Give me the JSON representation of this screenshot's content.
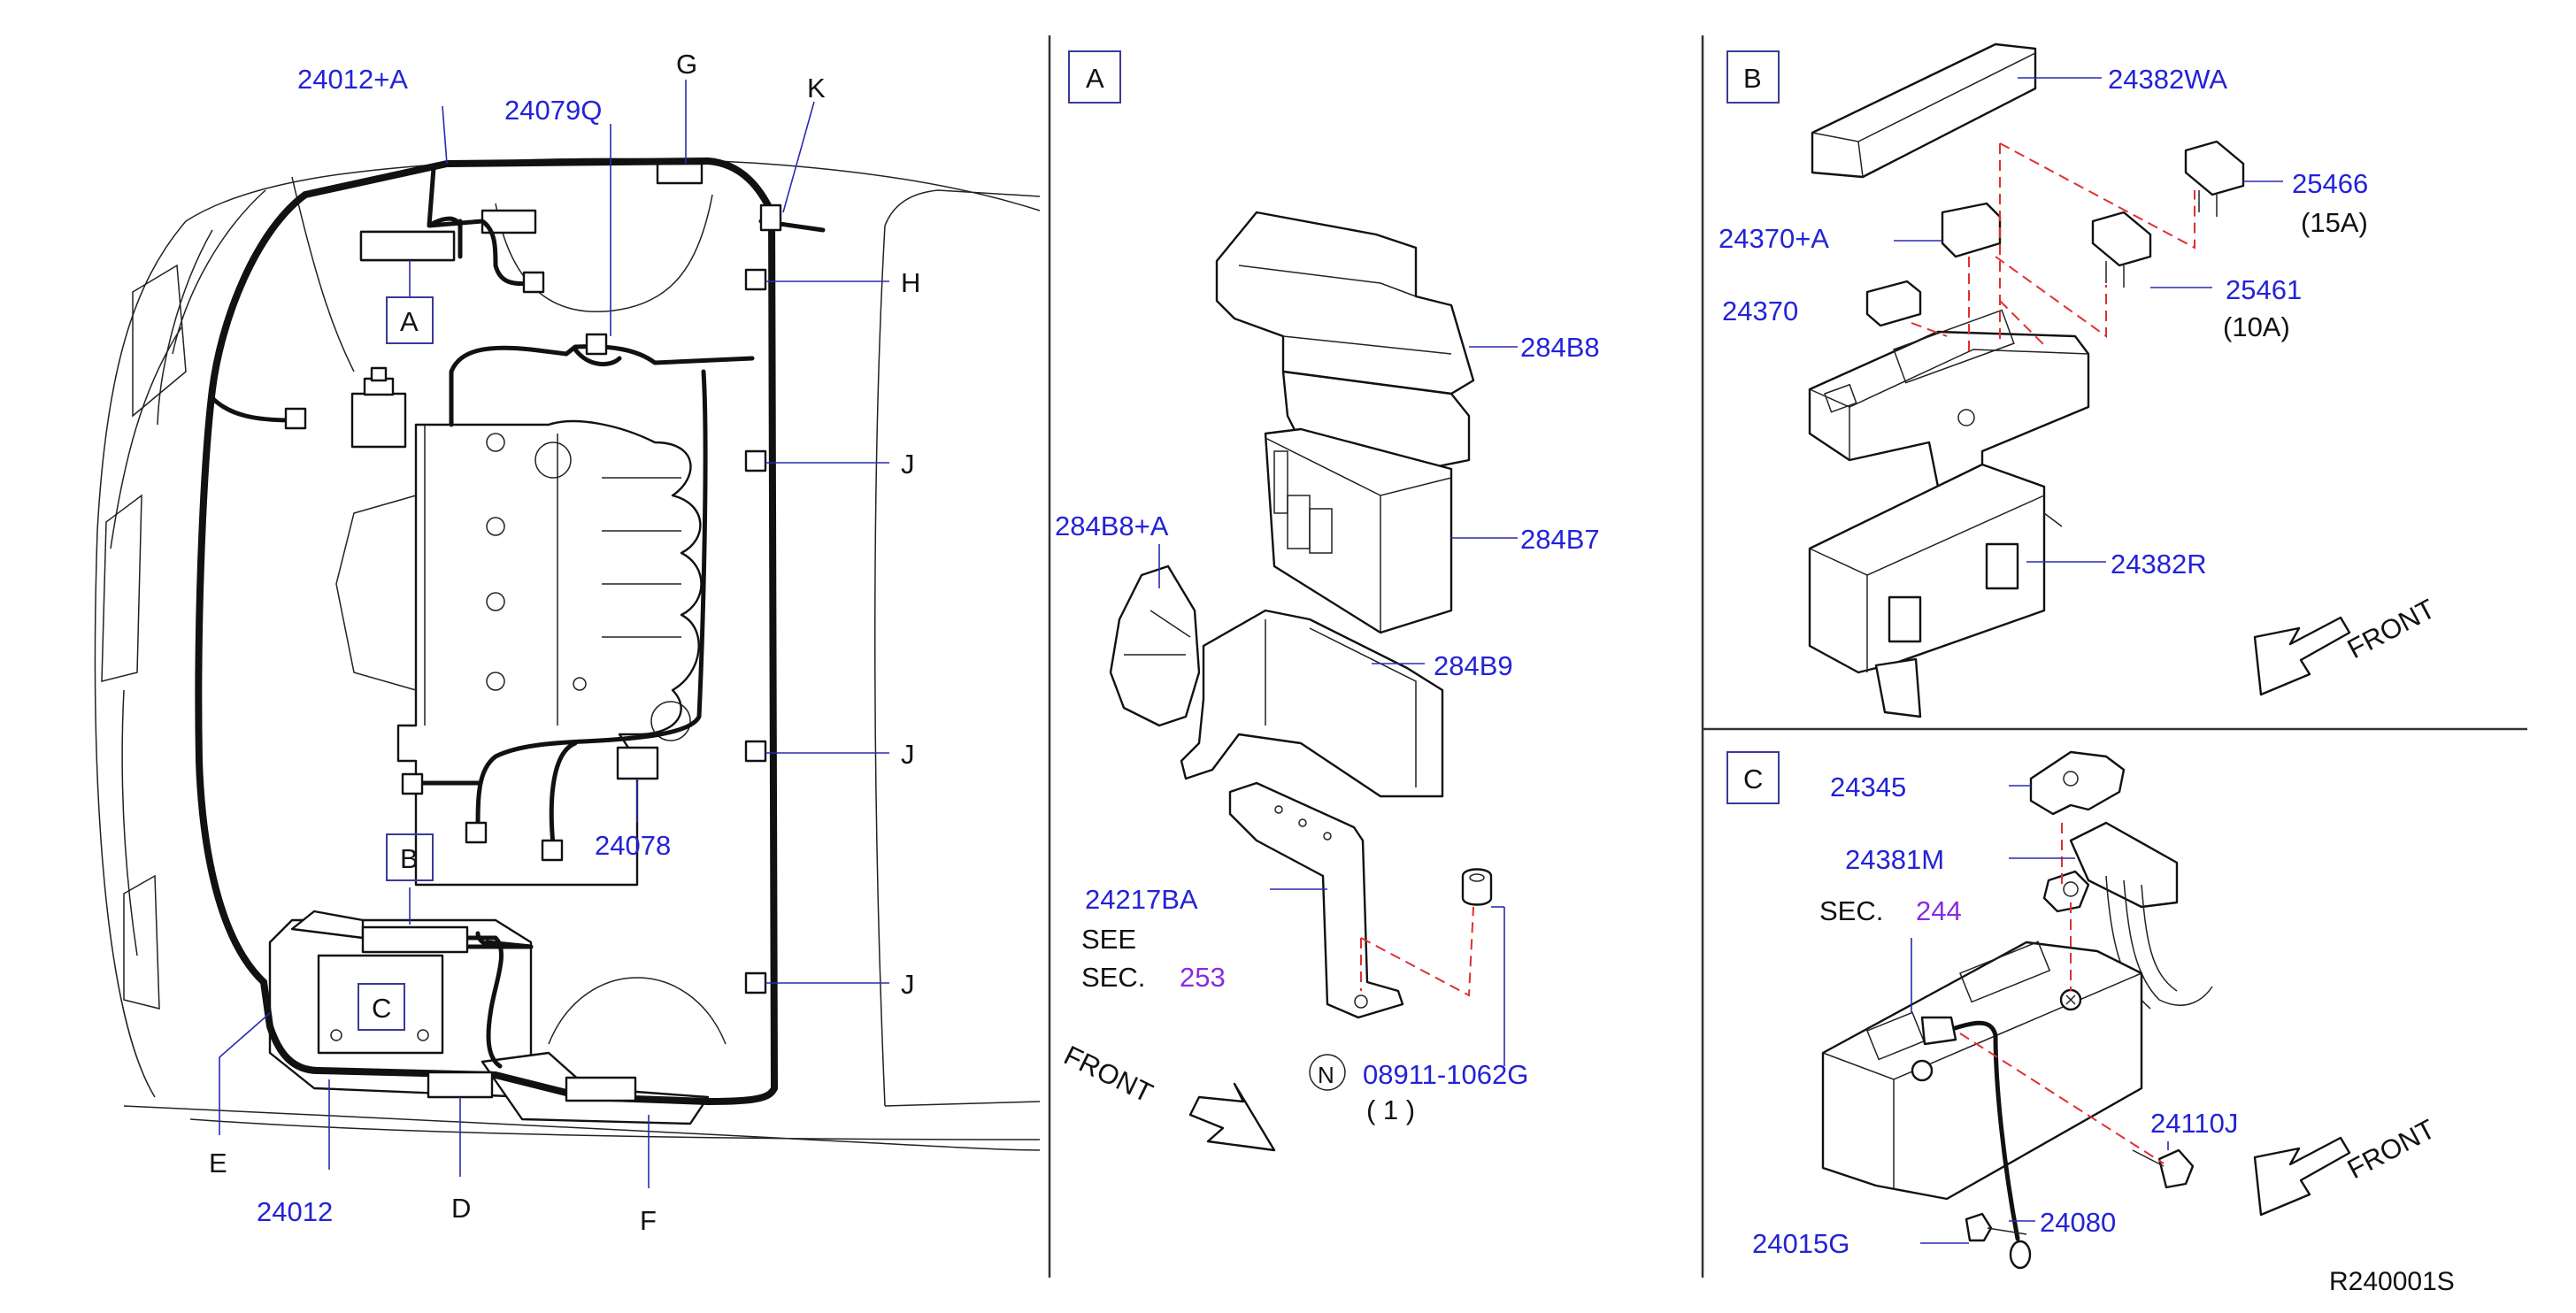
{
  "panel_main": {
    "labels": {
      "p24012A": "24012+A",
      "p24079Q": "24079Q",
      "G": "G",
      "K": "K",
      "H": "H",
      "J1": "J",
      "J2": "J",
      "J3": "J",
      "A": "A",
      "B": "B",
      "C": "C",
      "p24078": "24078",
      "E": "E",
      "p24012": "24012",
      "D": "D",
      "F": "F"
    }
  },
  "panel_A": {
    "title": "A",
    "labels": {
      "p284B8": "284B8",
      "p284B7": "284B7",
      "p284B8A": "284B8+A",
      "p284B9": "284B9",
      "p24217BA": "24217BA",
      "see": "SEE",
      "sec": "SEC.",
      "sec_num": "253",
      "front": "FRONT",
      "n_symbol": "N",
      "p08911": "08911-1062G",
      "qty": "( 1 )"
    }
  },
  "panel_B": {
    "title": "B",
    "labels": {
      "p24382WA": "24382WA",
      "p25466": "25466",
      "amp15": "(15A)",
      "p24370A": "24370+A",
      "p24370": "24370",
      "p25461": "25461",
      "amp10": "(10A)",
      "p24382R": "24382R",
      "front": "FRONT"
    }
  },
  "panel_C": {
    "title": "C",
    "labels": {
      "p24345": "24345",
      "p24381M": "24381M",
      "sec": "SEC.",
      "sec_num": "244",
      "p24110J": "24110J",
      "p24080": "24080",
      "p24015G": "24015G",
      "front": "FRONT"
    }
  },
  "footer": {
    "code": "R240001S"
  },
  "colors": {
    "part_number": "#2323d6",
    "section_ref": "#8a2be2",
    "callout_text": "#111111",
    "dashed_guide": "#e03030"
  }
}
